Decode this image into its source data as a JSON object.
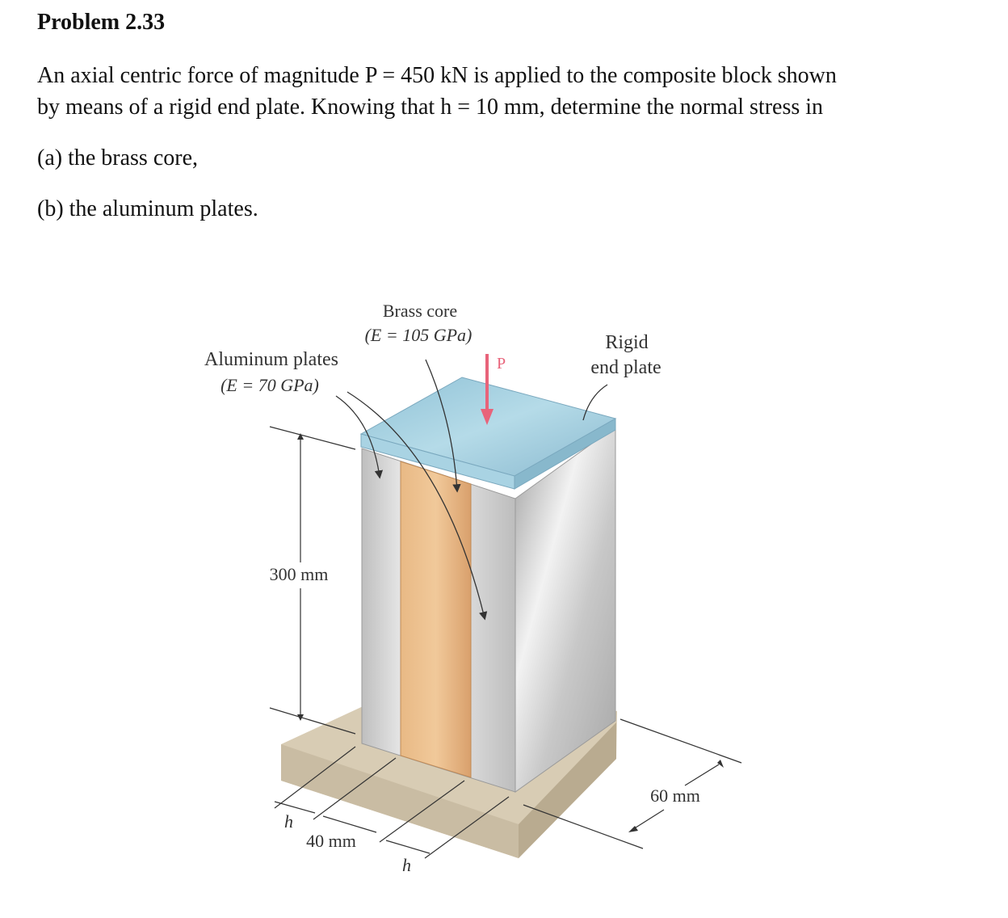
{
  "problem": {
    "title": "Problem 2.33",
    "statement_line1": "An axial centric force of magnitude P = 450 kN is applied to the composite block shown",
    "statement_line2": "by means of a rigid end plate. Knowing that h = 10 mm, determine the normal stress in",
    "part_a": "(a) the brass core,",
    "part_b": "(b) the aluminum plates."
  },
  "figure": {
    "brass_core_label": "Brass core",
    "brass_core_modulus": "(E = 105 GPa)",
    "aluminum_label": "Aluminum plates",
    "aluminum_modulus": "(E = 70 GPa)",
    "rigid_label": "Rigid",
    "end_plate_label": "end plate",
    "force_label": "P",
    "height_dim": "300 mm",
    "width_dim": "40 mm",
    "depth_dim": "60 mm",
    "h_label_left": "h",
    "h_label_right": "h",
    "colors": {
      "brass": "#e3b07e",
      "aluminum": "#d6d6d6",
      "end_plate": "#9cc9dc",
      "base": "#d8ccb4",
      "force_arrow": "#e8637a"
    }
  }
}
